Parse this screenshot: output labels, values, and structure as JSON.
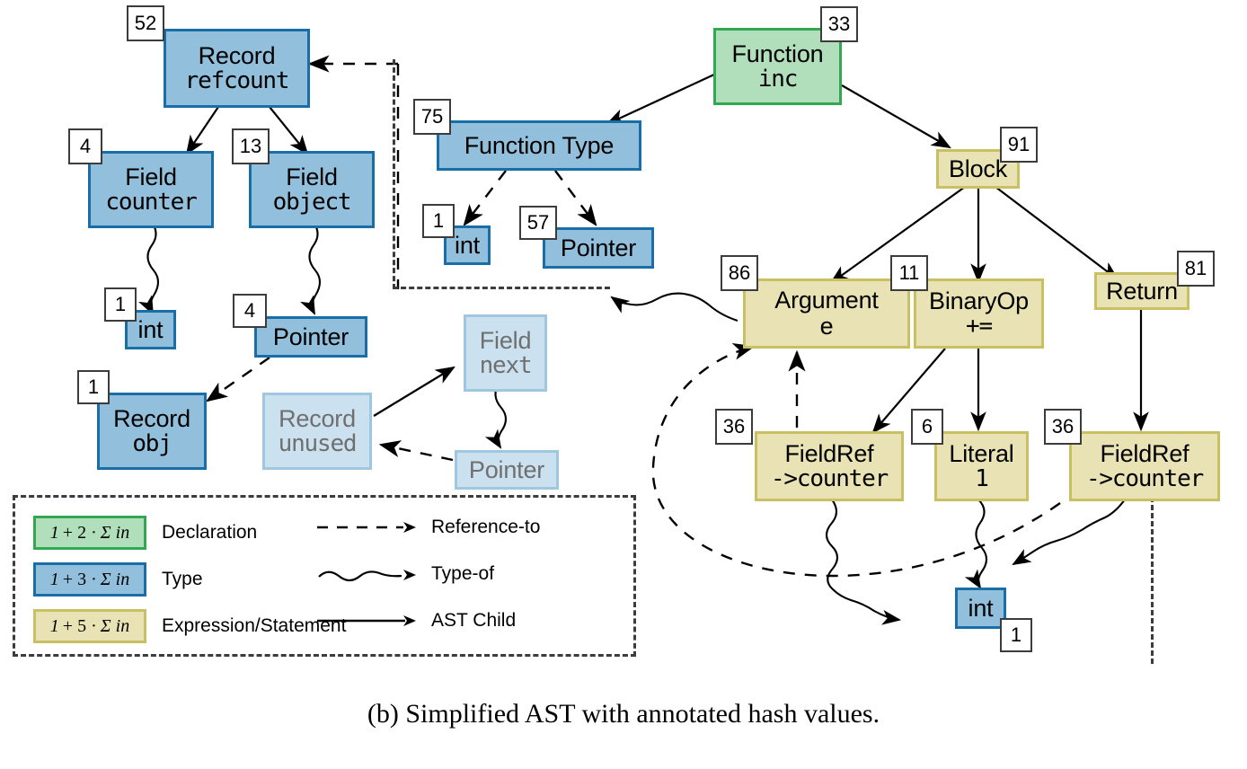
{
  "figure": {
    "caption": "(b) Simplified AST with annotated hash values."
  },
  "colors": {
    "declaration_fill": "#b1dfbb",
    "declaration_border": "#32a852",
    "type_fill": "#92c0dc",
    "type_border": "#1a6ea8",
    "expression_fill": "#e8e2b4",
    "expression_border": "#c9bf63",
    "faded_fill": "#cbe1ef",
    "faded_border": "#9fc8e0",
    "edge": "#000000",
    "hash_border": "#3c3c3c"
  },
  "nodes": [
    {
      "id": "record-refcount",
      "kind": "type",
      "hash": "52",
      "line1": "Record",
      "line2": "refcount"
    },
    {
      "id": "field-counter",
      "kind": "type",
      "hash": "4",
      "line1": "Field",
      "line2": "counter"
    },
    {
      "id": "field-object",
      "kind": "type",
      "hash": "13",
      "line1": "Field",
      "line2": "object"
    },
    {
      "id": "int-left",
      "kind": "type",
      "hash": "1",
      "line1": "int",
      "line2": ""
    },
    {
      "id": "pointer-left",
      "kind": "type",
      "hash": "4",
      "line1": "Pointer",
      "line2": ""
    },
    {
      "id": "record-obj",
      "kind": "type",
      "hash": "1",
      "line1": "Record",
      "line2": "obj"
    },
    {
      "id": "record-unused",
      "kind": "faded",
      "hash": "",
      "line1": "Record",
      "line2": "unused"
    },
    {
      "id": "field-next",
      "kind": "faded",
      "hash": "",
      "line1": "Field",
      "line2": "next"
    },
    {
      "id": "pointer-faded",
      "kind": "faded",
      "hash": "",
      "line1": "Pointer",
      "line2": ""
    },
    {
      "id": "function-type",
      "kind": "type",
      "hash": "75",
      "line1": "Function Type",
      "line2": ""
    },
    {
      "id": "int-mid",
      "kind": "type",
      "hash": "1",
      "line1": "int",
      "line2": ""
    },
    {
      "id": "pointer-mid",
      "kind": "type",
      "hash": "57",
      "line1": "Pointer",
      "line2": ""
    },
    {
      "id": "function-inc",
      "kind": "decl",
      "hash": "33",
      "line1": "Function",
      "line2": "inc"
    },
    {
      "id": "block",
      "kind": "expr",
      "hash": "91",
      "line1": "Block",
      "line2": ""
    },
    {
      "id": "argument",
      "kind": "expr",
      "hash": "86",
      "line1": "Argument",
      "line2": "e"
    },
    {
      "id": "binaryop",
      "kind": "expr",
      "hash": "11",
      "line1": "BinaryOp",
      "line2": "+="
    },
    {
      "id": "return",
      "kind": "expr",
      "hash": "81",
      "line1": "Return",
      "line2": ""
    },
    {
      "id": "fieldref-left",
      "kind": "expr",
      "hash": "36",
      "line1": "FieldRef",
      "line2": "->counter"
    },
    {
      "id": "literal-1",
      "kind": "expr",
      "hash": "6",
      "line1": "Literal",
      "line2": "1"
    },
    {
      "id": "fieldref-right",
      "kind": "expr",
      "hash": "36",
      "line1": "FieldRef",
      "line2": "->counter"
    },
    {
      "id": "int-bottom",
      "kind": "type",
      "hash": "1",
      "line1": "int",
      "line2": ""
    }
  ],
  "legend": {
    "swatches": [
      {
        "id": "declaration",
        "formula_a": "1",
        "formula_b": "+ 2 ·",
        "formula_c": "Σ in",
        "label": "Declaration"
      },
      {
        "id": "type",
        "formula_a": "1",
        "formula_b": "+ 3 ·",
        "formula_c": "Σ in",
        "label": "Type"
      },
      {
        "id": "expression",
        "formula_a": "1",
        "formula_b": "+ 5 ·",
        "formula_c": "Σ in",
        "label": "Expression/Statement"
      }
    ],
    "keys": [
      {
        "id": "reference-to",
        "style": "dashed",
        "label": "Reference-to"
      },
      {
        "id": "type-of",
        "style": "squiggly",
        "label": "Type-of"
      },
      {
        "id": "ast-child",
        "style": "solid",
        "label": "AST Child"
      }
    ]
  }
}
